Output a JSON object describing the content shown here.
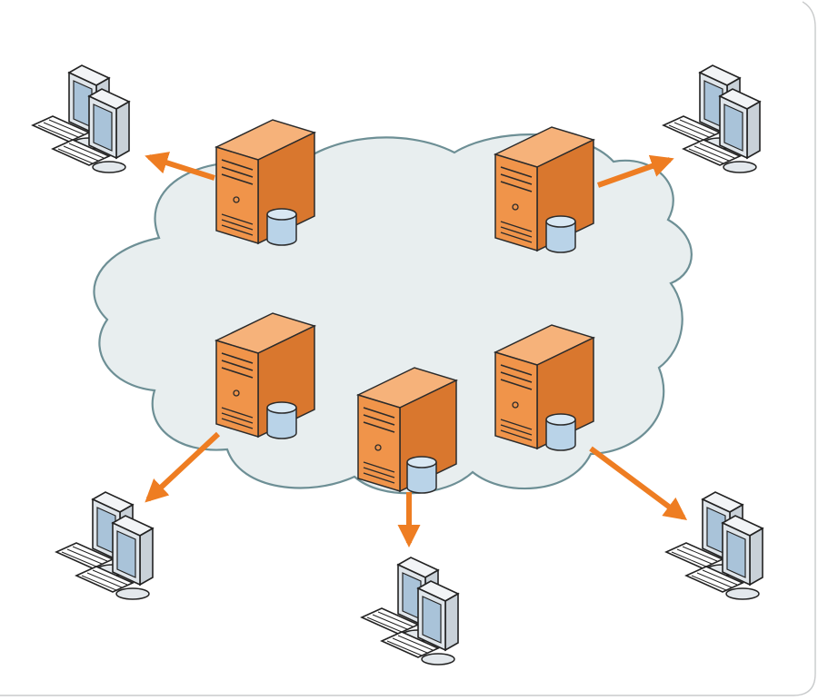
{
  "diagram": {
    "type": "network-topology",
    "network": {
      "shape": "cloud"
    },
    "servers": [
      {
        "id": "server-top-left",
        "kind": "server-with-database"
      },
      {
        "id": "server-top-right",
        "kind": "server-with-database"
      },
      {
        "id": "server-bottom-left",
        "kind": "server-with-database"
      },
      {
        "id": "server-bottom-center",
        "kind": "server-with-database"
      },
      {
        "id": "server-bottom-right",
        "kind": "server-with-database"
      }
    ],
    "clients": [
      {
        "id": "client-top-left",
        "kind": "workstation"
      },
      {
        "id": "client-top-right",
        "kind": "workstation"
      },
      {
        "id": "client-bottom-left",
        "kind": "workstation"
      },
      {
        "id": "client-bottom-center",
        "kind": "workstation"
      },
      {
        "id": "client-bottom-right",
        "kind": "workstation"
      }
    ],
    "connections": [
      {
        "from": "server-top-left",
        "to": "client-top-left"
      },
      {
        "from": "server-top-right",
        "to": "client-top-right"
      },
      {
        "from": "server-bottom-left",
        "to": "client-bottom-left"
      },
      {
        "from": "server-bottom-center",
        "to": "client-bottom-center"
      },
      {
        "from": "server-bottom-right",
        "to": "client-bottom-right"
      }
    ],
    "colors": {
      "cloud_fill": "#e8eeef",
      "cloud_stroke": "#6d8f95",
      "server_front": "#f0944a",
      "server_side": "#d9772e",
      "server_top": "#f6b27a",
      "server_stroke": "#2b2b2b",
      "database_fill": "#b9d3e8",
      "arrow": "#ee7d22",
      "monitor_fill": "#dfe5ea",
      "monitor_screen": "#a9c3d9",
      "outline": "#222222"
    },
    "icons": [
      "cloud-icon",
      "server-icon",
      "database-icon",
      "monitor-icon",
      "keyboard-icon",
      "arrow-icon"
    ]
  }
}
